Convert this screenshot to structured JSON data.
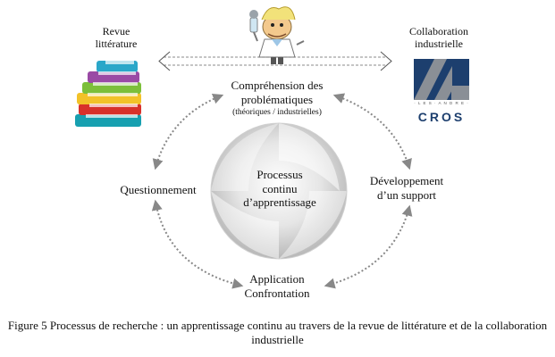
{
  "diagram": {
    "top_left_label": [
      "Revue",
      "littérature"
    ],
    "top_right_label": [
      "Collaboration",
      "industrielle"
    ],
    "node_top": {
      "line1": "Compréhension des",
      "line2": "problématiques",
      "sub": "(théoriques / industrielles)"
    },
    "node_left": "Questionnement",
    "node_right": [
      "Développement",
      "d’un support"
    ],
    "node_bottom": [
      "Application",
      "Confrontation"
    ],
    "center": [
      "Processus",
      "continu",
      "d’apprentissage"
    ],
    "logo_text": "CROS",
    "logo_subtext": "· L E S · A N D R E ·"
  },
  "caption": "Figure 5 Processus de recherche : un apprentissage continu au travers de la revue de littérature et de la collaboration industrielle",
  "colors": {
    "arrow": "#888888",
    "logo_blue": "#1d3f6e",
    "logo_gray": "#8a8f96"
  }
}
